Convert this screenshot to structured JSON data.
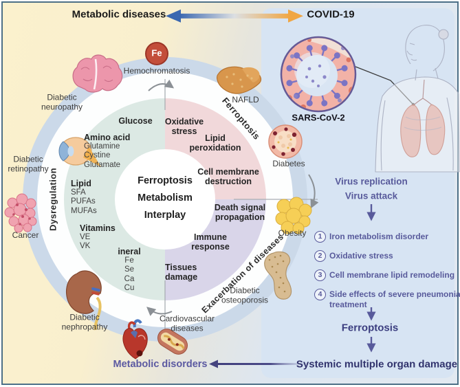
{
  "frame": {
    "header_left": "Metabolic diseases",
    "header_right": "COVID-19",
    "footer_left": "Metabolic disorders"
  },
  "wheel": {
    "fe_badge": "Fe",
    "center_lines": [
      "Ferroptosis",
      "Metabolism",
      "Interplay"
    ],
    "rim": {
      "left": "Dysregulation",
      "top_right": "Ferroptosis",
      "bottom_right": "Exacerbation of diseases"
    },
    "metabolism": {
      "glucose": "Glucose",
      "amino": {
        "title": "Amino acid",
        "items": [
          "Glutamine",
          "Cystine",
          "Glutamate"
        ]
      },
      "lipid": {
        "title": "Lipid",
        "items": [
          "SFA",
          "PUFAs",
          "MUFAs"
        ]
      },
      "vitamins": {
        "title": "Vitamins",
        "items": [
          "VE",
          "VK"
        ]
      },
      "mineral": {
        "title": "ineral",
        "items": [
          "Fe",
          "Se",
          "Ca",
          "Cu"
        ]
      }
    },
    "ferroptosis_quadrant": [
      "Oxidative stress",
      "Lipid peroxidation",
      "Cell membrane destruction"
    ],
    "exacerbation_quadrant": [
      "Death signal propagation",
      "Immune response",
      "Tissues damage"
    ]
  },
  "diseases": {
    "hemochromatosis": "Hemochromatosis",
    "nafld": "NAFLD",
    "diabetes": "Diabetes",
    "obesity": "Obesity",
    "diabetic_osteoporosis": "Diabetic osteoporosis",
    "cardiovascular": "Cardiovascular diseases",
    "diabetic_nephropathy": "Diabetic nephropathy",
    "cancer": "Cancer",
    "diabetic_retinopathy": "Diabetic retinopathy",
    "diabetic_neuropathy": "Diabetic neuropathy"
  },
  "covid": {
    "virus_label": "SARS-CoV-2",
    "flow_header": [
      "Virus replication",
      "Virus attack"
    ],
    "steps": [
      {
        "num": "1",
        "text": "Iron metabolism disorder"
      },
      {
        "num": "2",
        "text": "Oxidative stress"
      },
      {
        "num": "3",
        "text": "Cell membrane lipid remodeling"
      },
      {
        "num": "4",
        "text": "Side effects of severe pneumonia treatment"
      }
    ],
    "mid": "Ferroptosis",
    "outcome": "Systemic multiple organ damage"
  },
  "icons": [
    "fe-badge-icon",
    "brain-icon",
    "eye-icon",
    "cancer-cells-icon",
    "kidney-icon",
    "heart-icon",
    "blood-vessel-icon",
    "bone-icon",
    "fat-cells-icon",
    "pancreas-islet-icon",
    "liver-icon",
    "sars-cov-2-virus-icon",
    "patient-sketch-icon"
  ],
  "colors": {
    "accent_purple": "#585a9b",
    "navy": "#31336d",
    "arrow_blue": "#3a67b0",
    "arrow_orange": "#f0a643",
    "fe_red": "#c34e3a",
    "quad_teal": "#dce9e4",
    "quad_pink": "#f1d8da",
    "quad_lavender": "#d9d5e9",
    "ring_blue": "#cbd9e9",
    "panel_blue": "#d7e4f3",
    "bg_yellow": "#fbf1cd"
  }
}
